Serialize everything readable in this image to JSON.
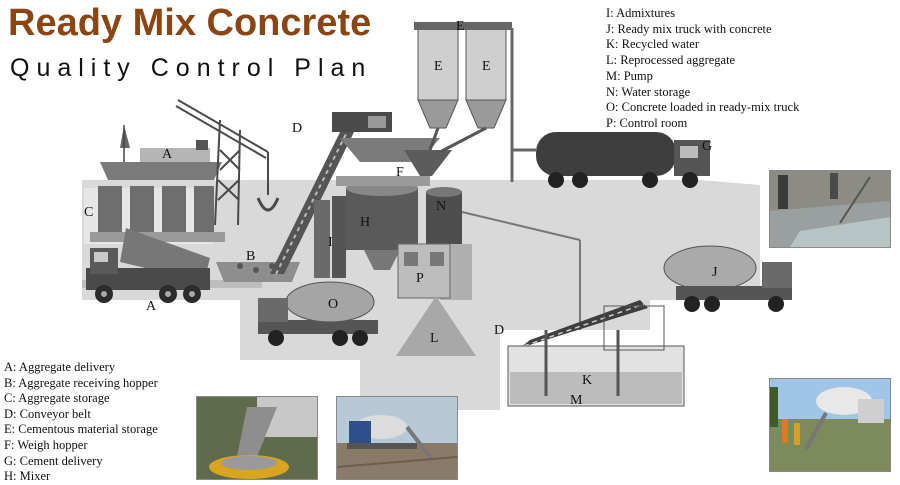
{
  "header": {
    "title": "Ready Mix Concrete",
    "subtitle": "Quality Control Plan"
  },
  "legend_right": [
    "I: Admixtures",
    "J: Ready mix truck with concrete",
    "K: Recycled water",
    "L:  Reprocessed aggregate",
    "M: Pump",
    "N: Water storage",
    "O: Concrete loaded in ready-mix truck",
    "P: Control room"
  ],
  "legend_left": [
    "A: Aggregate delivery",
    "B: Aggregate receiving hopper",
    "C: Aggregate storage",
    "D: Conveyor belt",
    "E: Cementous material storage",
    "F: Weigh hopper",
    "G: Cement delivery",
    "H: Mixer"
  ],
  "diagram_labels": {
    "A1": "A",
    "A2": "A",
    "B": "B",
    "C": "C",
    "D1": "D",
    "D2": "D",
    "E1": "E",
    "E2": "E",
    "E3": "E",
    "F": "F",
    "G": "G",
    "H": "H",
    "I": "I",
    "J": "J",
    "K": "K",
    "L": "L",
    "M": "M",
    "N": "N",
    "O": "O",
    "P": "P"
  },
  "colors": {
    "title": "#8b4513",
    "platform": "#d6d6d6",
    "machine_dark": "#3a3a3a",
    "machine_mid": "#8a8a8a"
  }
}
